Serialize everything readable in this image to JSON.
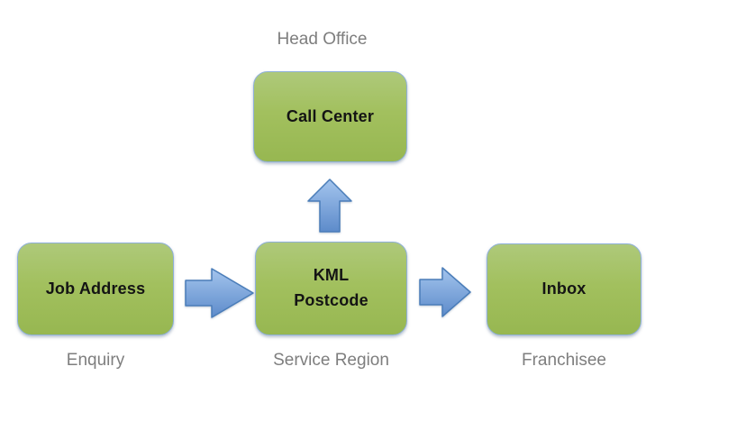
{
  "diagram": {
    "type": "flowchart",
    "background": "#ffffff",
    "nodes": [
      {
        "id": "call-center",
        "label": "Call Center",
        "caption": "Head Office",
        "caption_position": "above"
      },
      {
        "id": "job-address",
        "label": "Job Address",
        "caption": "Enquiry",
        "caption_position": "below"
      },
      {
        "id": "kml-postcode",
        "label": "KML\nPostcode",
        "caption": "Service Region",
        "caption_position": "below"
      },
      {
        "id": "inbox",
        "label": "Inbox",
        "caption": "Franchisee",
        "caption_position": "below"
      }
    ],
    "connectors": [
      {
        "from": "job-address",
        "to": "kml-postcode",
        "direction": "right"
      },
      {
        "from": "kml-postcode",
        "to": "call-center",
        "direction": "up"
      },
      {
        "from": "kml-postcode",
        "to": "inbox",
        "direction": "right"
      }
    ],
    "colors": {
      "box_fill_top": "#aec97a",
      "box_fill_bottom": "#97b751",
      "box_border": "#8fb0d8",
      "box_text": "#141414",
      "arrow_fill_top": "#a3c4ed",
      "arrow_fill_bottom": "#5d8bca",
      "arrow_border": "#4a7db9",
      "caption_text": "#7e7e7e"
    }
  }
}
